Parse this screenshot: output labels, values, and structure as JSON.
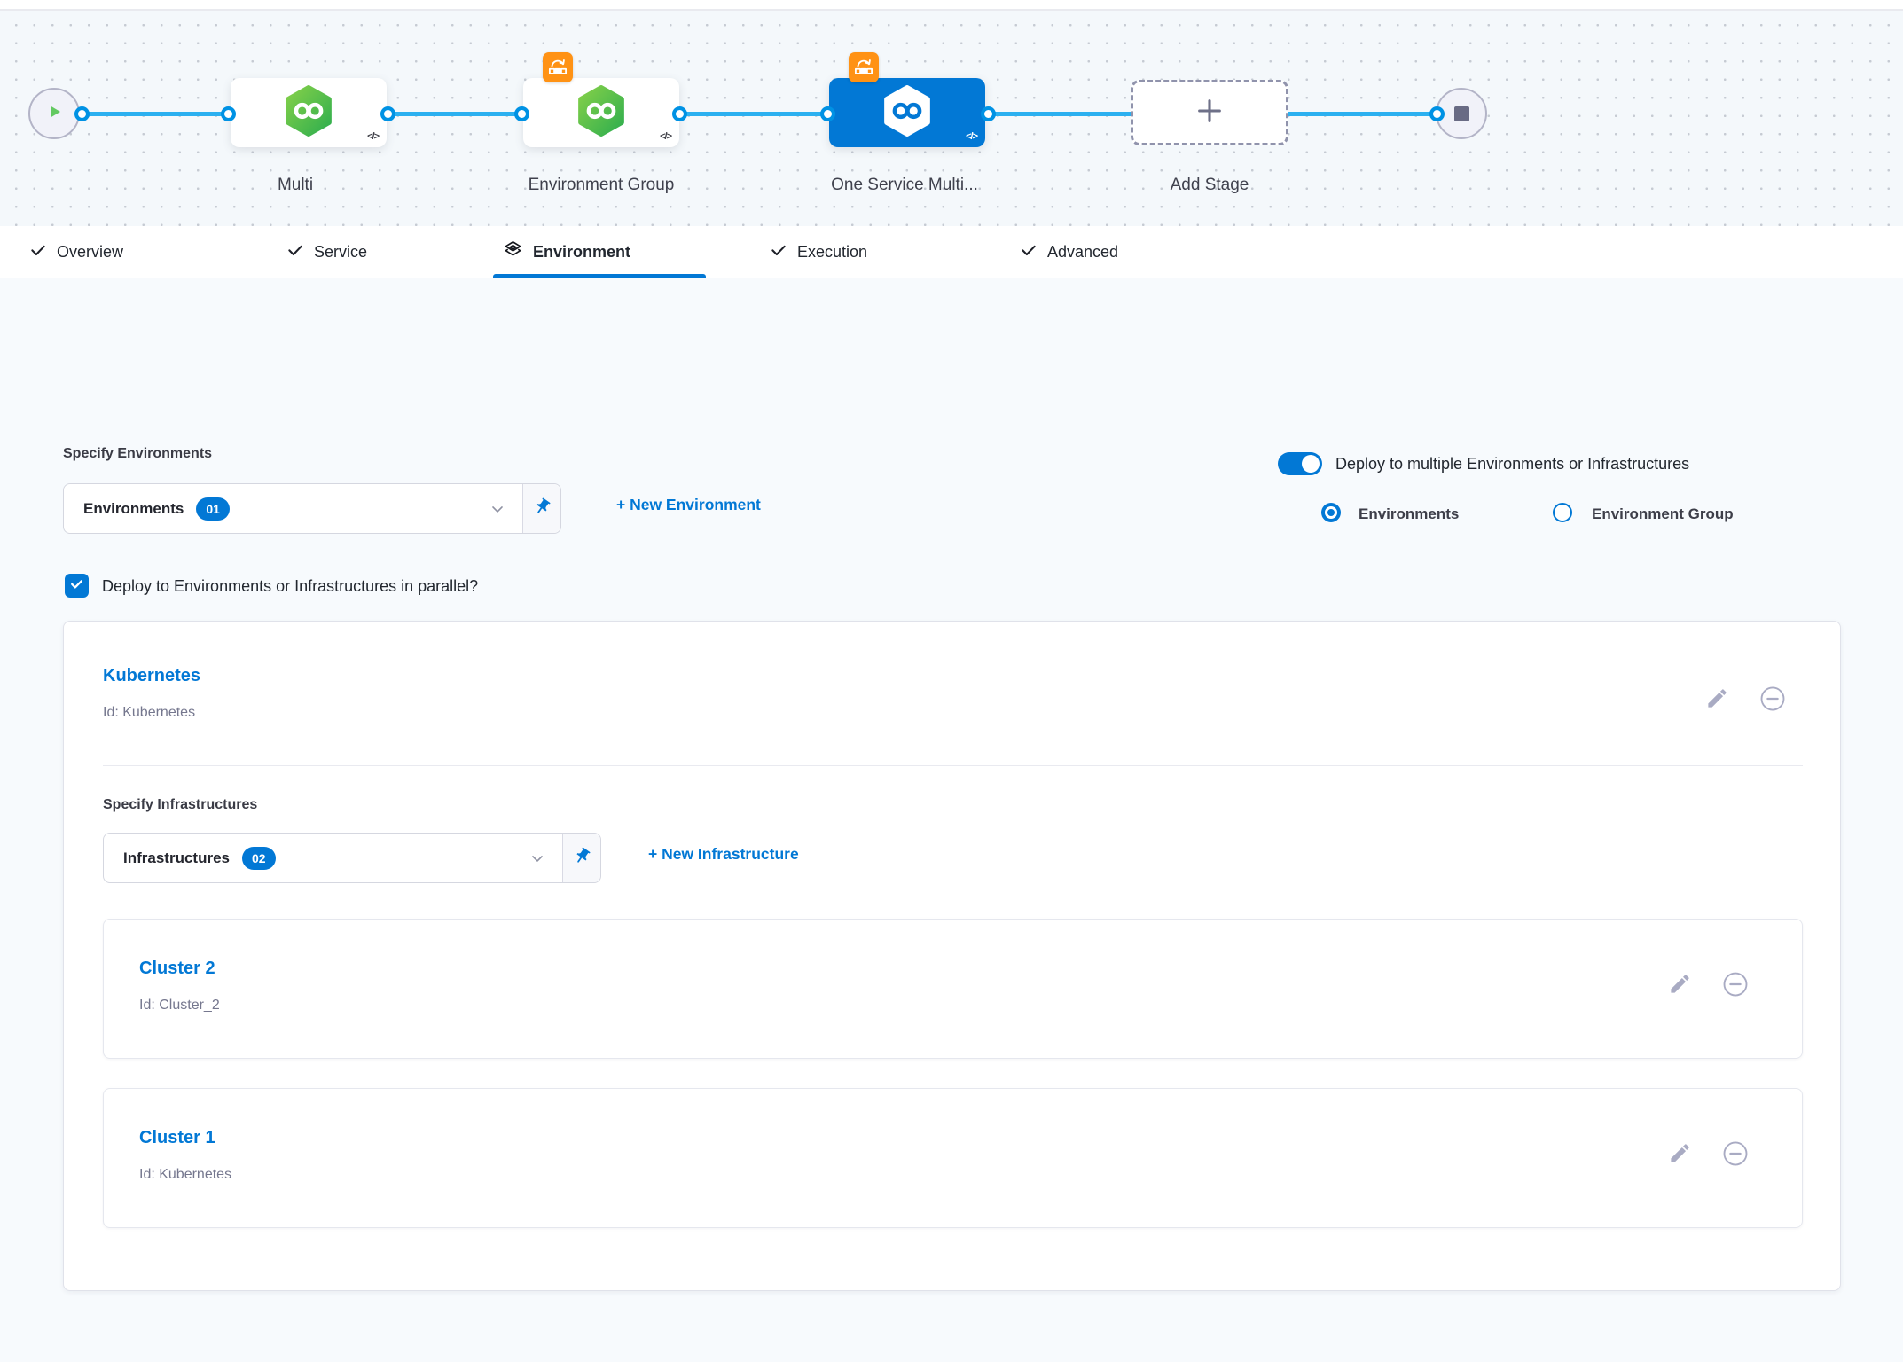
{
  "canvas": {
    "nodes": [
      {
        "label": "Multi",
        "type": "deploy-stage",
        "selected": false
      },
      {
        "label": "Environment Group",
        "type": "deploy-stage",
        "selected": false
      },
      {
        "label": "One Service Multi...",
        "type": "deploy-stage",
        "selected": true
      }
    ],
    "add_stage_label": "Add Stage",
    "code_glyph": "</>"
  },
  "tabs": [
    {
      "label": "Overview",
      "icon": "check"
    },
    {
      "label": "Service",
      "icon": "check"
    },
    {
      "label": "Environment",
      "icon": "environment-layers",
      "active": true
    },
    {
      "label": "Execution",
      "icon": "check"
    },
    {
      "label": "Advanced",
      "icon": "check"
    }
  ],
  "environment": {
    "specify_environments_label": "Specify Environments",
    "environments_select": {
      "label": "Environments",
      "count": "01"
    },
    "new_environment_link": "+ New Environment",
    "deploy_multiple_toggle_label": "Deploy to multiple Environments or Infrastructures",
    "toggle_on": true,
    "radio_environments_label": "Environments",
    "radio_environment_group_label": "Environment Group",
    "radio_selected": "Environments",
    "parallel_checkbox_label": "Deploy to Environments or Infrastructures in parallel?",
    "parallel_checked": true,
    "environment_card": {
      "title": "Kubernetes",
      "id": "Id: Kubernetes",
      "specify_infrastructures_label": "Specify Infrastructures",
      "infrastructures_select": {
        "label": "Infrastructures",
        "count": "02"
      },
      "new_infrastructure_link": "+ New Infrastructure",
      "infrastructures": [
        {
          "title": "Cluster 2",
          "id": "Id: Cluster_2"
        },
        {
          "title": "Cluster 1",
          "id": "Id: Kubernetes"
        }
      ]
    }
  },
  "colors": {
    "primary_blue": "#0278d5",
    "connector_blue": "#2bb0f0",
    "port_ring_blue": "#0092e4",
    "node_green": "#42b450",
    "badge_orange": "#ff9214",
    "muted_icon": "#a9abc3",
    "canvas_bg": "#f4f8fb",
    "page_bg": "#f7fafd"
  }
}
